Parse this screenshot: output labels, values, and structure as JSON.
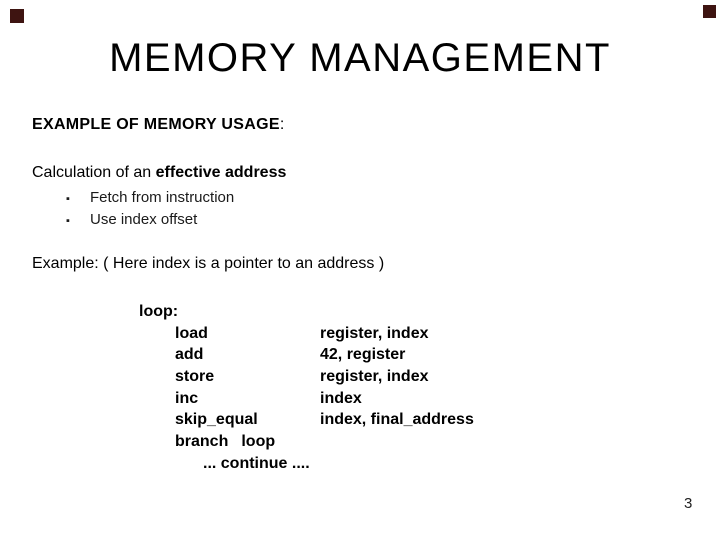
{
  "slide": {
    "title": "MEMORY MANAGEMENT",
    "decor_square_color": "#3E1411",
    "heading": {
      "bold_text": "EXAMPLE OF MEMORY USAGE",
      "suffix": ":"
    },
    "subheading": {
      "prefix": "Calculation of an ",
      "bold_text": "effective address"
    },
    "bullets": [
      {
        "glyph": "▪",
        "text": "Fetch from instruction"
      },
      {
        "glyph": "▪",
        "text": "Use index offset"
      }
    ],
    "example_line": "Example: ( Here index is a pointer to an address )",
    "code": {
      "lines": [
        {
          "type": "label",
          "text": "loop:"
        },
        {
          "type": "instr",
          "mnemonic": "load",
          "operand": "register, index"
        },
        {
          "type": "instr",
          "mnemonic": "add",
          "operand": "42, register"
        },
        {
          "type": "instr",
          "mnemonic": "store",
          "operand": "register, index"
        },
        {
          "type": "instr",
          "mnemonic": "inc",
          "operand": "index"
        },
        {
          "type": "instr",
          "mnemonic": "skip_equal",
          "operand": "index, final_address"
        },
        {
          "type": "inline",
          "mnemonic": "branch",
          "operand": "loop"
        },
        {
          "type": "comment",
          "text": "... continue ...."
        }
      ]
    },
    "page_number": "3"
  }
}
